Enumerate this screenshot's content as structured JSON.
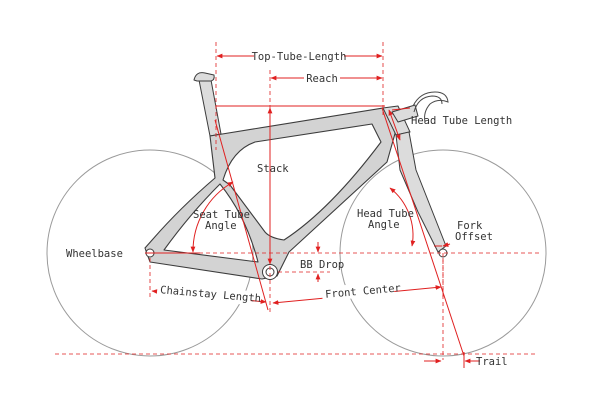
{
  "labels": {
    "top_tube_length": "Top-Tube-Length",
    "reach": "Reach",
    "head_tube_length": "Head Tube Length",
    "stack": "Stack",
    "seat_tube_angle_1": "Seat Tube",
    "seat_tube_angle_2": "Angle",
    "head_tube_angle_1": "Head Tube",
    "head_tube_angle_2": "Angle",
    "fork_offset_1": "Fork",
    "fork_offset_2": "Offset",
    "wheelbase": "Wheelbase",
    "bb_drop": "BB Drop",
    "chainstay_length": "Chainstay Length",
    "front_center": "Front Center",
    "trail": "Trail"
  },
  "colors": {
    "dimension_line": "#e02020",
    "frame_fill": "#d3d3d3",
    "outline": "#3c3c3c",
    "wheel": "#9a9a9a",
    "label_text": "#333333"
  }
}
